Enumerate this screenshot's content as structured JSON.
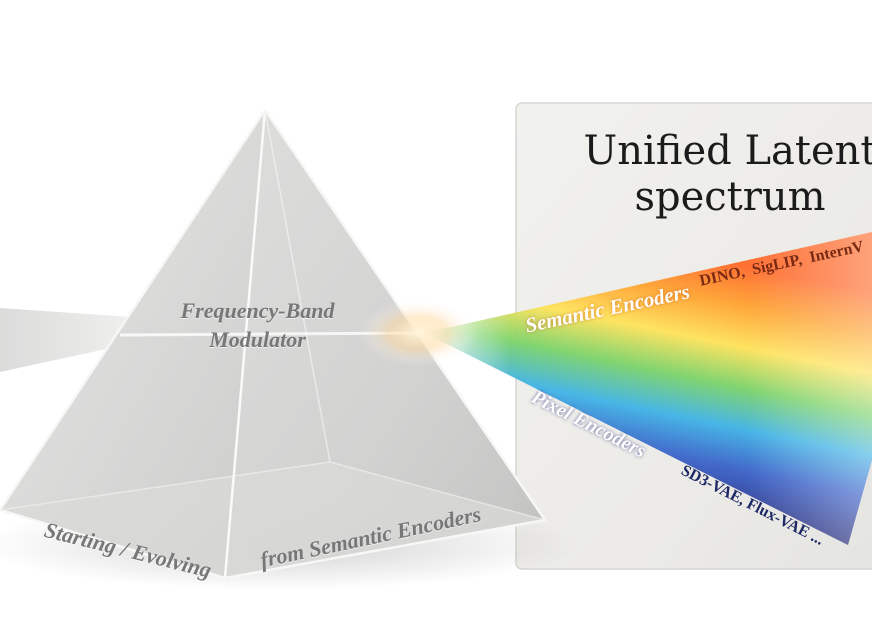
{
  "panel": {
    "title_line1": "Unified Latent",
    "title_line2": "spectrum"
  },
  "prism": {
    "label_line1": "Frequency-Band",
    "label_line2": "Modulator",
    "base_left_text": "Starting / Evolving",
    "base_right_text": "from Semantic Encoders"
  },
  "spectrum": {
    "semantic_label": "Semantic Encoders",
    "semantic_examples": "DINO, SigLIP, InternV",
    "pixel_label": "Pixel Encoders",
    "pixel_examples": "SD3-VAE, Flux-VAE ..."
  },
  "colors": {
    "background": "#ffffff",
    "panel": "#ededea",
    "prism_glass": "#d9d9d8",
    "semantic_text": "#7a2a12",
    "pixel_text": "#1e2a66"
  },
  "icons": [
    "prism-icon",
    "light-beam-icon",
    "spectrum-band-icon"
  ]
}
